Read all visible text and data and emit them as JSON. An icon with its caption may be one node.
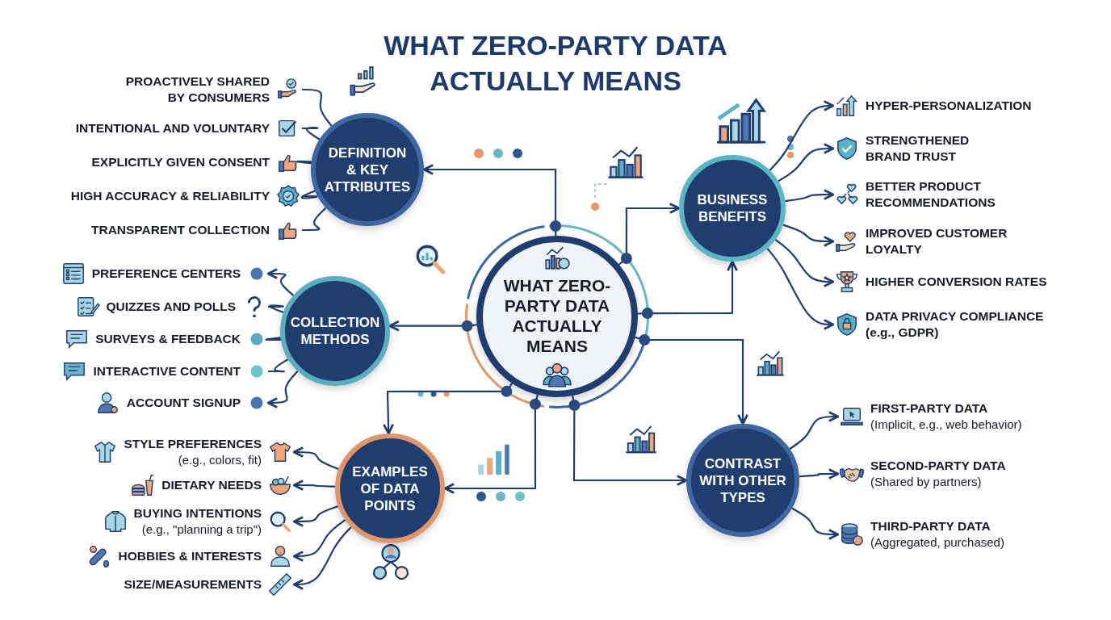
{
  "diagram": {
    "title": "WHAT ZERO-PARTY DATA ACTUALLY MEANS",
    "nodes": [
      {
        "text": [
          "WHAT ZERO-PARTY DATA ACTUALLY MEANS"
        ]
      },
      {
        "text": [
          "DEFINITION & KEY ATTRIBUTES"
        ]
      },
      {
        "text": [
          "COLLECTION METHODS"
        ]
      },
      {
        "text": [
          "EXAMPLES OF DATA POINTS"
        ]
      },
      {
        "text": [
          "BUSINESS BENEFITS"
        ]
      },
      {
        "text": [
          "CONTRAST WITH OTHER TYPES"
        ]
      },
      {
        "text": [
          "PROACTIVELY SHARED BY CONSUMERS"
        ]
      },
      {
        "text": [
          "INTENTIONAL AND VOLUNTARY"
        ]
      },
      {
        "text": [
          "EXPLICITLY GIVEN CONSENT"
        ]
      },
      {
        "text": [
          "HIGH ACCURACY & RELIABILITY"
        ]
      },
      {
        "text": [
          "TRANSPARENT COLLECTION"
        ]
      },
      {
        "text": [
          "PREFERENCE CENTERS"
        ]
      },
      {
        "text": [
          "QUIZZES AND POLLS"
        ]
      },
      {
        "text": [
          "SURVEYS & FEEDBACK"
        ]
      },
      {
        "text": [
          "INTERACTIVE CONTENT"
        ]
      },
      {
        "text": [
          "ACCOUNT SIGNUP"
        ]
      },
      {
        "text": [
          "STYLE PREFERENCES",
          "(e.g., colors, fit)"
        ]
      },
      {
        "text": [
          "DIETARY NEEDS"
        ]
      },
      {
        "text": [
          "BUYING INTENTIONS",
          "(e.g., \"planning a trip\")"
        ]
      },
      {
        "text": [
          "HOBBIES & INTERESTS"
        ]
      },
      {
        "text": [
          "SIZE/MEASUREMENTS"
        ]
      },
      {
        "text": [
          "HYPER-PERSONALIZATION"
        ]
      },
      {
        "text": [
          "STRENGTHENED BRAND TRUST"
        ]
      },
      {
        "text": [
          "BETTER PRODUCT RECOMMENDATIONS"
        ]
      },
      {
        "text": [
          "IMPROVED CUSTOMER LOYALTY"
        ]
      },
      {
        "text": [
          "HIGHER CONVERSION RATES"
        ]
      },
      {
        "text": [
          "DATA PRIVACY COMPLIANCE (e.g., GDPR)"
        ]
      },
      {
        "text": [
          "FIRST-PARTY DATA",
          "(Implicit, e.g., web behavior)"
        ]
      },
      {
        "text": [
          "SECOND-PARTY DATA",
          "(Shared by partners)"
        ]
      },
      {
        "text": [
          "THIRD-PARTY DATA",
          "(Aggregated, purchased)"
        ]
      }
    ],
    "edges": [
      {
        "from": 0,
        "to": 1,
        "arrow": "to"
      },
      {
        "from": 0,
        "to": 2,
        "arrow": "to"
      },
      {
        "from": 0,
        "to": 3,
        "arrow": "to"
      },
      {
        "from": 0,
        "to": 3,
        "arrow": "to"
      },
      {
        "from": 0,
        "to": 4,
        "arrow": "to"
      },
      {
        "from": 0,
        "to": 4,
        "arrow": "to"
      },
      {
        "from": 0,
        "to": 5,
        "arrow": "to"
      },
      {
        "from": 0,
        "to": 5,
        "arrow": "to"
      },
      {
        "from": 1,
        "to": 6,
        "arrow": "none"
      },
      {
        "from": 1,
        "to": 7,
        "arrow": "none"
      },
      {
        "from": 1,
        "to": 8,
        "arrow": "none"
      },
      {
        "from": 1,
        "to": 9,
        "arrow": "none"
      },
      {
        "from": 1,
        "to": 10,
        "arrow": "none"
      },
      {
        "from": 2,
        "to": 11,
        "arrow": "to"
      },
      {
        "from": 2,
        "to": 12,
        "arrow": "none"
      },
      {
        "from": 2,
        "to": 13,
        "arrow": "none"
      },
      {
        "from": 2,
        "to": 14,
        "arrow": "none"
      },
      {
        "from": 2,
        "to": 15,
        "arrow": "to"
      },
      {
        "from": 3,
        "to": 16,
        "arrow": "to"
      },
      {
        "from": 3,
        "to": 17,
        "arrow": "to"
      },
      {
        "from": 3,
        "to": 18,
        "arrow": "to"
      },
      {
        "from": 3,
        "to": 19,
        "arrow": "to"
      },
      {
        "from": 3,
        "to": 20,
        "arrow": "to"
      },
      {
        "from": 4,
        "to": 21,
        "arrow": "to"
      },
      {
        "from": 4,
        "to": 22,
        "arrow": "to"
      },
      {
        "from": 4,
        "to": 23,
        "arrow": "to"
      },
      {
        "from": 4,
        "to": 24,
        "arrow": "to"
      },
      {
        "from": 4,
        "to": 25,
        "arrow": "to"
      },
      {
        "from": 4,
        "to": 26,
        "arrow": "to"
      },
      {
        "from": 5,
        "to": 27,
        "arrow": "to"
      },
      {
        "from": 5,
        "to": 28,
        "arrow": "to"
      },
      {
        "from": 5,
        "to": 29,
        "arrow": "to"
      }
    ]
  }
}
